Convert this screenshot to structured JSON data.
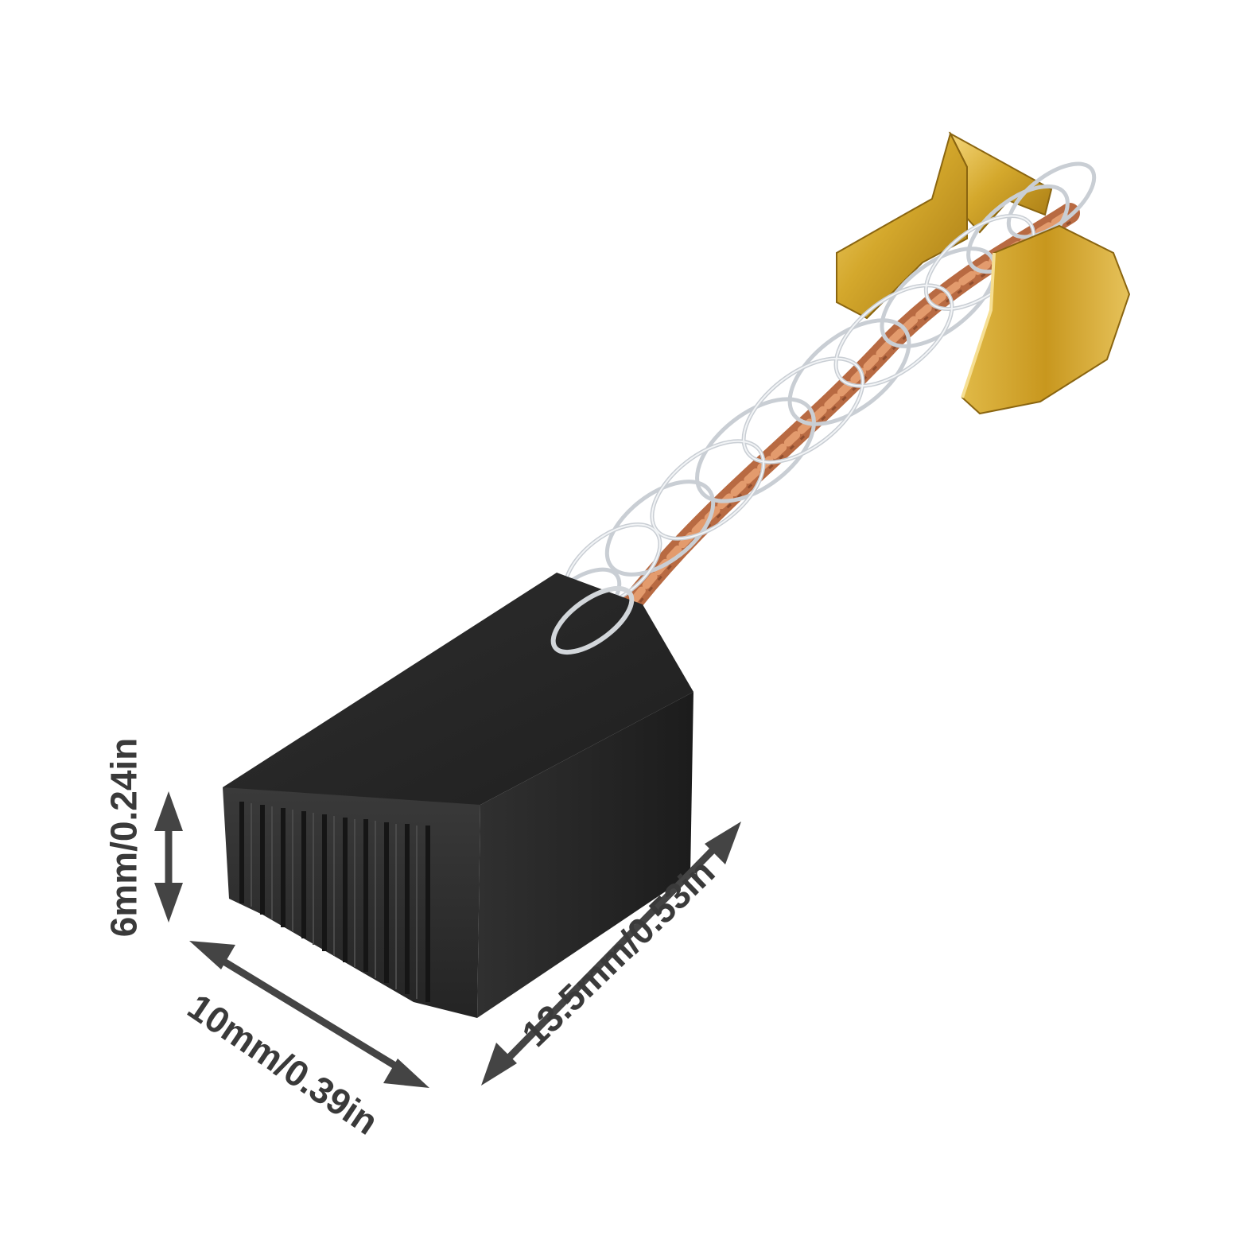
{
  "product": {
    "name": "carbon brush with spring and copper lead",
    "colors": {
      "carbon": "#262626",
      "brass_terminal": "#c9a02a",
      "spring": "#d9dde2",
      "copper_wire": "#c97a4f",
      "arrow": "#444444"
    }
  },
  "dimensions": {
    "height_label": "6mm/0.24in",
    "width_label": "10mm/0.39in",
    "length_label": "13.5mm/0.53in"
  }
}
